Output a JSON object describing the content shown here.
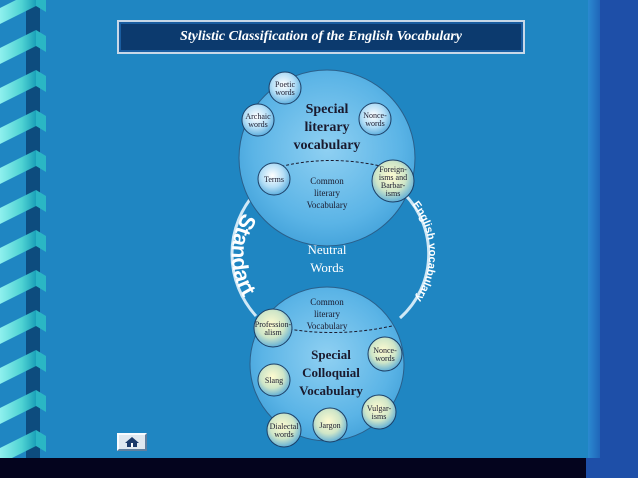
{
  "title": "Stylistic  Classification of the English Vocabulary",
  "upper_circle": {
    "label": [
      "Special",
      "literary",
      "vocabulary"
    ],
    "common": [
      "Common",
      "literary",
      "Vocabulary"
    ],
    "bubbles": [
      {
        "id": "poetic",
        "lines": [
          "Poetic",
          "words"
        ]
      },
      {
        "id": "archaic",
        "lines": [
          "Archaic",
          "words"
        ]
      },
      {
        "id": "nonce-top",
        "lines": [
          "Nonce-",
          "words"
        ]
      },
      {
        "id": "terms",
        "lines": [
          "Terms"
        ]
      },
      {
        "id": "foreignisms",
        "lines": [
          "Foreign-",
          "isms and",
          "Barbar-",
          "isms"
        ]
      }
    ]
  },
  "center": [
    "Neutral",
    "Words"
  ],
  "left_arc_label": "Standart",
  "right_arc_label": "English vocabulary",
  "lower_circle": {
    "common": [
      "Common",
      "literary",
      "Vocabulary"
    ],
    "label": [
      "Special",
      "Colloquial",
      "Vocabulary"
    ],
    "bubbles": [
      {
        "id": "professionalism",
        "lines": [
          "Profession-",
          "alism"
        ]
      },
      {
        "id": "nonce-bottom",
        "lines": [
          "Nonce-",
          "words"
        ]
      },
      {
        "id": "slang",
        "lines": [
          "Slang"
        ]
      },
      {
        "id": "vulgarisms",
        "lines": [
          "Vulgar-",
          "isms"
        ]
      },
      {
        "id": "dialectal",
        "lines": [
          "Dialectal",
          "words"
        ]
      },
      {
        "id": "jargon",
        "lines": [
          "Jargon"
        ]
      }
    ]
  },
  "home_button_icon": "home-icon"
}
